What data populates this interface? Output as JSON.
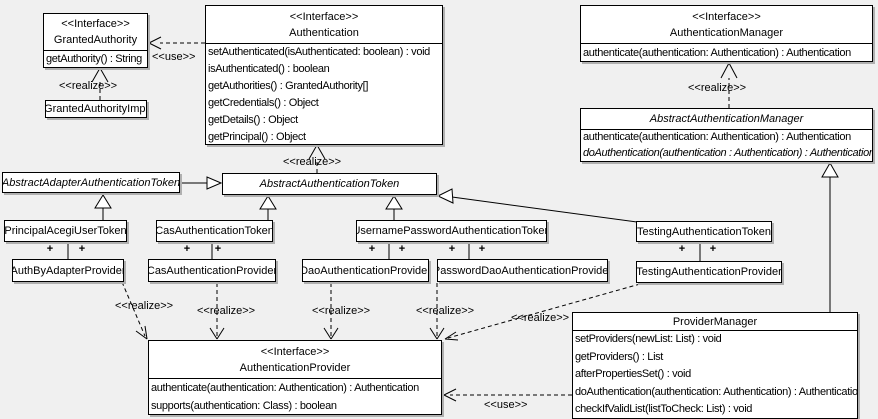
{
  "labels": {
    "use": "<<use>>",
    "realize": "<<realize>>",
    "plus": "+"
  },
  "colors": {
    "background": "#f0f0f0",
    "box_fill": "#ffffff",
    "box_border": "#000000",
    "box_shadow": "#b0b0b0"
  },
  "classes": {
    "granted_authority": {
      "stereotype": "<<Interface>>",
      "name": "GrantedAuthority",
      "methods": [
        "getAuthority() : String"
      ]
    },
    "granted_authority_impl": {
      "name": "GrantedAuthorityImpl"
    },
    "authentication": {
      "stereotype": "<<Interface>>",
      "name": "Authentication",
      "methods": [
        "setAuthenticated(isAuthenticated: boolean) : void",
        "isAuthenticated() : boolean",
        "getAuthorities() : GrantedAuthority[]",
        "getCredentials() : Object",
        "getDetails() : Object",
        "getPrincipal() : Object"
      ]
    },
    "authentication_manager": {
      "stereotype": "<<Interface>>",
      "name": "AuthenticationManager",
      "methods": [
        "authenticate(authentication: Authentication) : Authentication"
      ]
    },
    "abstract_authentication_manager": {
      "name": "AbstractAuthenticationManager",
      "methods": [
        "authenticate(authentication: Authentication) : Authentication",
        "doAuthentication(authentication : Authentication) : Authentication"
      ]
    },
    "abstract_adapter_authentication_token": {
      "name": "AbstractAdapterAuthenticationToken"
    },
    "abstract_authentication_token": {
      "name": "AbstractAuthenticationToken"
    },
    "principal_acegi_user_token": {
      "name": "PrincipalAcegiUserToken"
    },
    "cas_authentication_token": {
      "name": "CasAuthenticationToken"
    },
    "username_password_authentication_token": {
      "name": "UsernamePasswordAuthenticationToken"
    },
    "testing_authentication_token": {
      "name": "TestingAuthenticationToken"
    },
    "auth_by_adapter_provider": {
      "name": "AuthByAdapterProvider"
    },
    "cas_authentication_provider": {
      "name": "CasAuthenticationProvider"
    },
    "dao_authentication_provider": {
      "name": "DaoAuthenticationProvider"
    },
    "password_dao_authentication_provider": {
      "name": "PasswordDaoAuthenticationProvider"
    },
    "testing_authentication_provider": {
      "name": "TestingAuthenticationProvider"
    },
    "authentication_provider": {
      "stereotype": "<<Interface>>",
      "name": "AuthenticationProvider",
      "methods": [
        "authenticate(authentication: Authentication) : Authentication",
        "supports(authentication: Class) : boolean"
      ]
    },
    "provider_manager": {
      "name": "ProviderManager",
      "methods": [
        "setProviders(newList: List) : void",
        "getProviders() : List",
        "afterPropertiesSet() : void",
        "doAuthentication(authentication: Authentication) : Authentication",
        "checkIfValidList(listToCheck: List) : void"
      ]
    }
  }
}
